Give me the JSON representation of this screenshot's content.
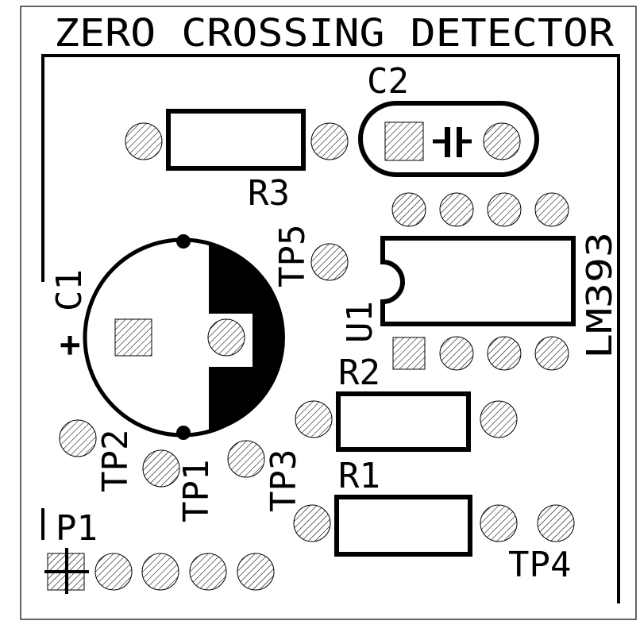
{
  "board": {
    "title": "ZERO CROSSING DETECTOR",
    "colors": {
      "ink": "#000000",
      "background": "#ffffff",
      "pad_hatch": "#000000"
    }
  },
  "components": {
    "r1": {
      "ref": "R1"
    },
    "r2": {
      "ref": "R2"
    },
    "r3": {
      "ref": "R3"
    },
    "c1": {
      "ref": "C1",
      "polarity": "+"
    },
    "c2": {
      "ref": "C2"
    },
    "u1": {
      "ref": "U1",
      "value": "LM393"
    },
    "p1": {
      "ref": "P1"
    }
  },
  "test_points": {
    "tp1": "TP1",
    "tp2": "TP2",
    "tp3": "TP3",
    "tp4": "TP4",
    "tp5": "TP5"
  },
  "icons": {
    "pad_round": "hatched-circle-pad-icon",
    "pad_square": "hatched-square-pad-icon",
    "capacitor_symbol": "capacitor-symbol-icon",
    "pin1_marker": "pin1-cross-icon"
  }
}
